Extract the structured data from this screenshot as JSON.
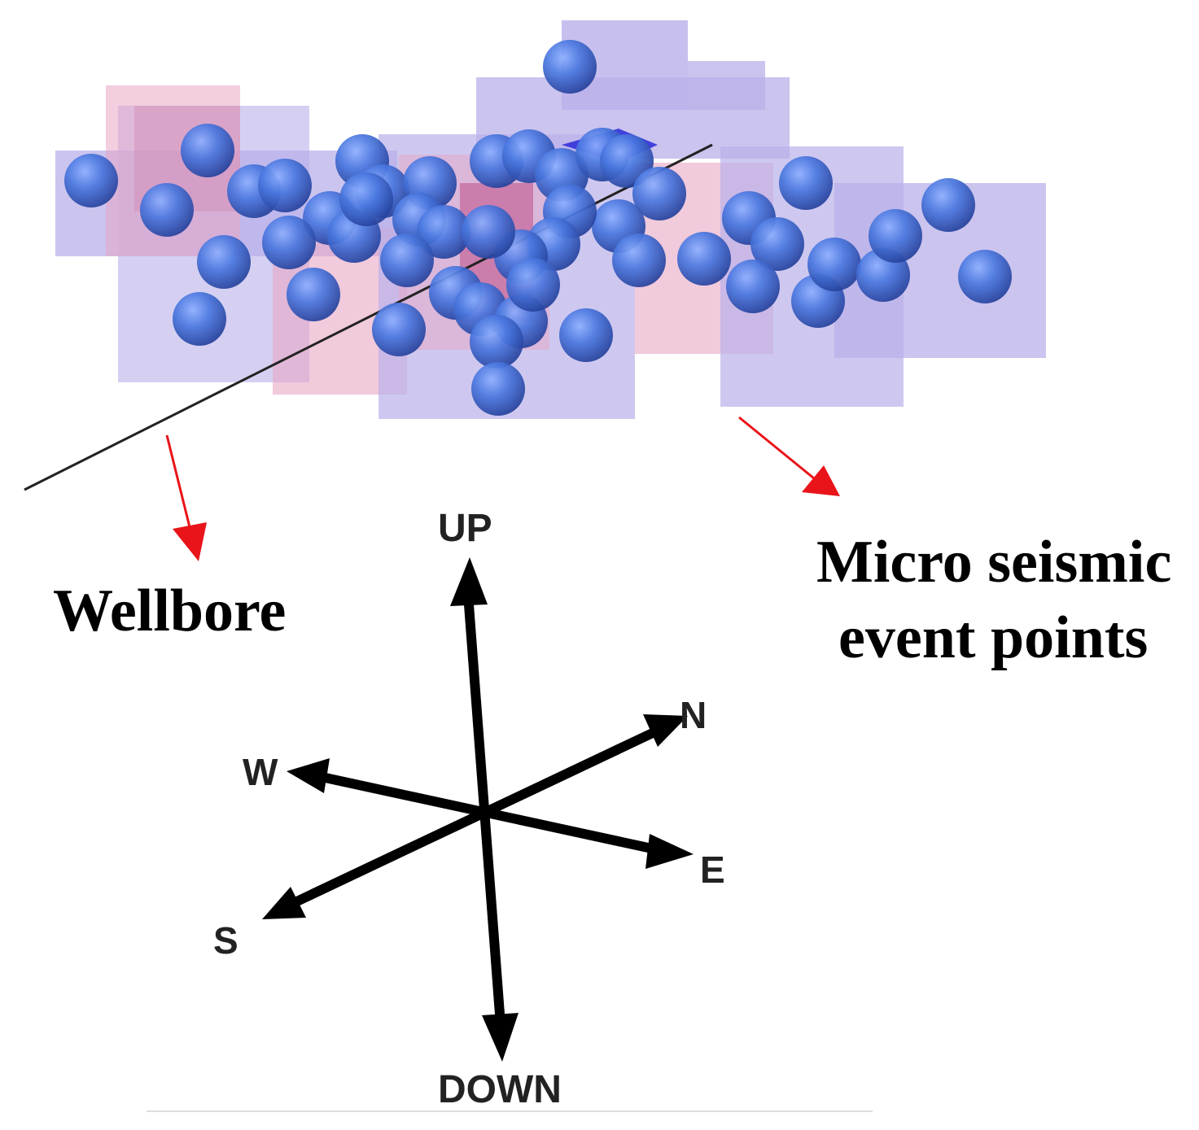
{
  "labels": {
    "wellbore": "Wellbore",
    "micro_line1": "Micro seismic",
    "micro_line2": "event points"
  },
  "compass": {
    "up": "UP",
    "down": "DOWN",
    "north": "N",
    "south": "S",
    "east": "E",
    "west": "W"
  },
  "colors": {
    "event_point": "#3f6fd8",
    "fracture_zone_purple": "#b9b0ea",
    "fracture_zone_pink": "#e7a6c4",
    "fracture_zone_core": "#c0568c",
    "wellbore_line": "#222222",
    "pointer_arrow": "#e8141a",
    "compass_arrow": "#000000"
  }
}
